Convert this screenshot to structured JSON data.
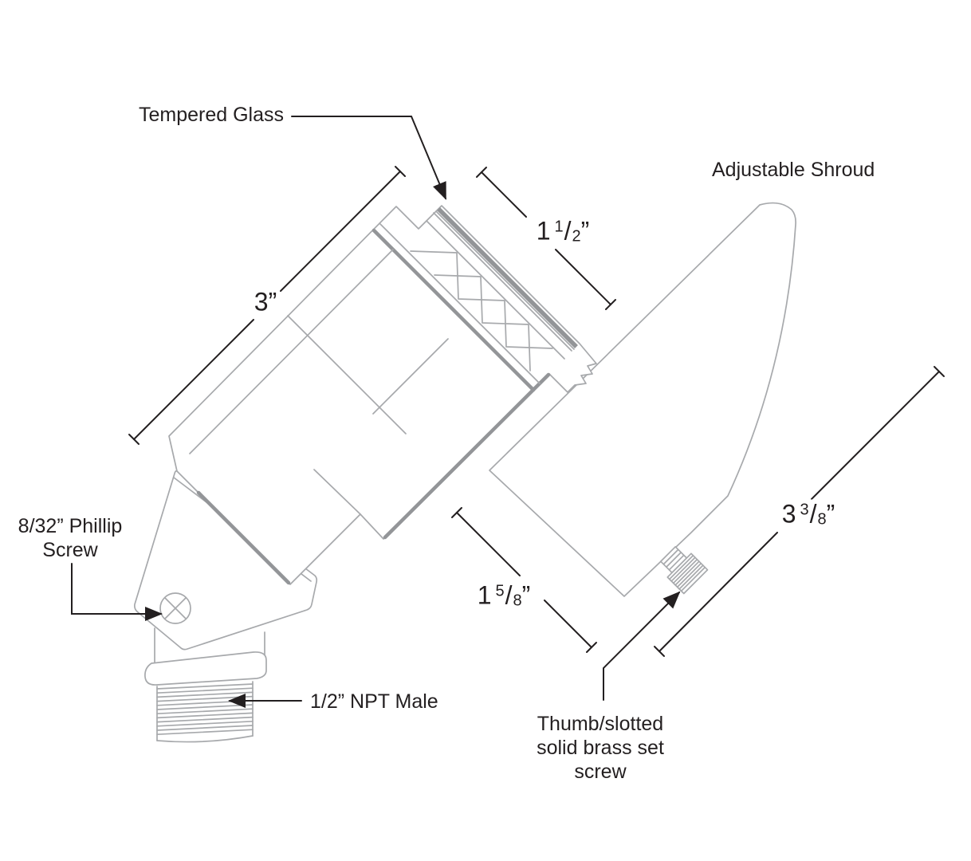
{
  "diagram": {
    "labels": {
      "tempered_glass": "Tempered Glass",
      "adjustable_shroud": "Adjustable Shroud",
      "phillip_screw": [
        "8/32” Phillip",
        "Screw"
      ],
      "npt_male": "1/2” NPT Male",
      "set_screw": [
        "Thumb/slotted",
        "solid brass set",
        "screw"
      ]
    },
    "dimensions": {
      "body_length": {
        "pre": "3",
        "sup": "",
        "sub": "",
        "post": "”"
      },
      "front_diameter": {
        "pre": "1",
        "sup": "1",
        "sub": "2",
        "post": "”"
      },
      "body_to_shroud_gap": {
        "pre": "1",
        "sup": "5",
        "sub": "8",
        "post": "”"
      },
      "shroud_length": {
        "pre": "3",
        "sup": "3",
        "sub": "8",
        "post": "”"
      }
    },
    "fraction_slash": "/",
    "colors": {
      "dark": "#231f20",
      "gray": "#a7a9ac",
      "graythick": "#939598",
      "bg": "#ffffff"
    }
  }
}
